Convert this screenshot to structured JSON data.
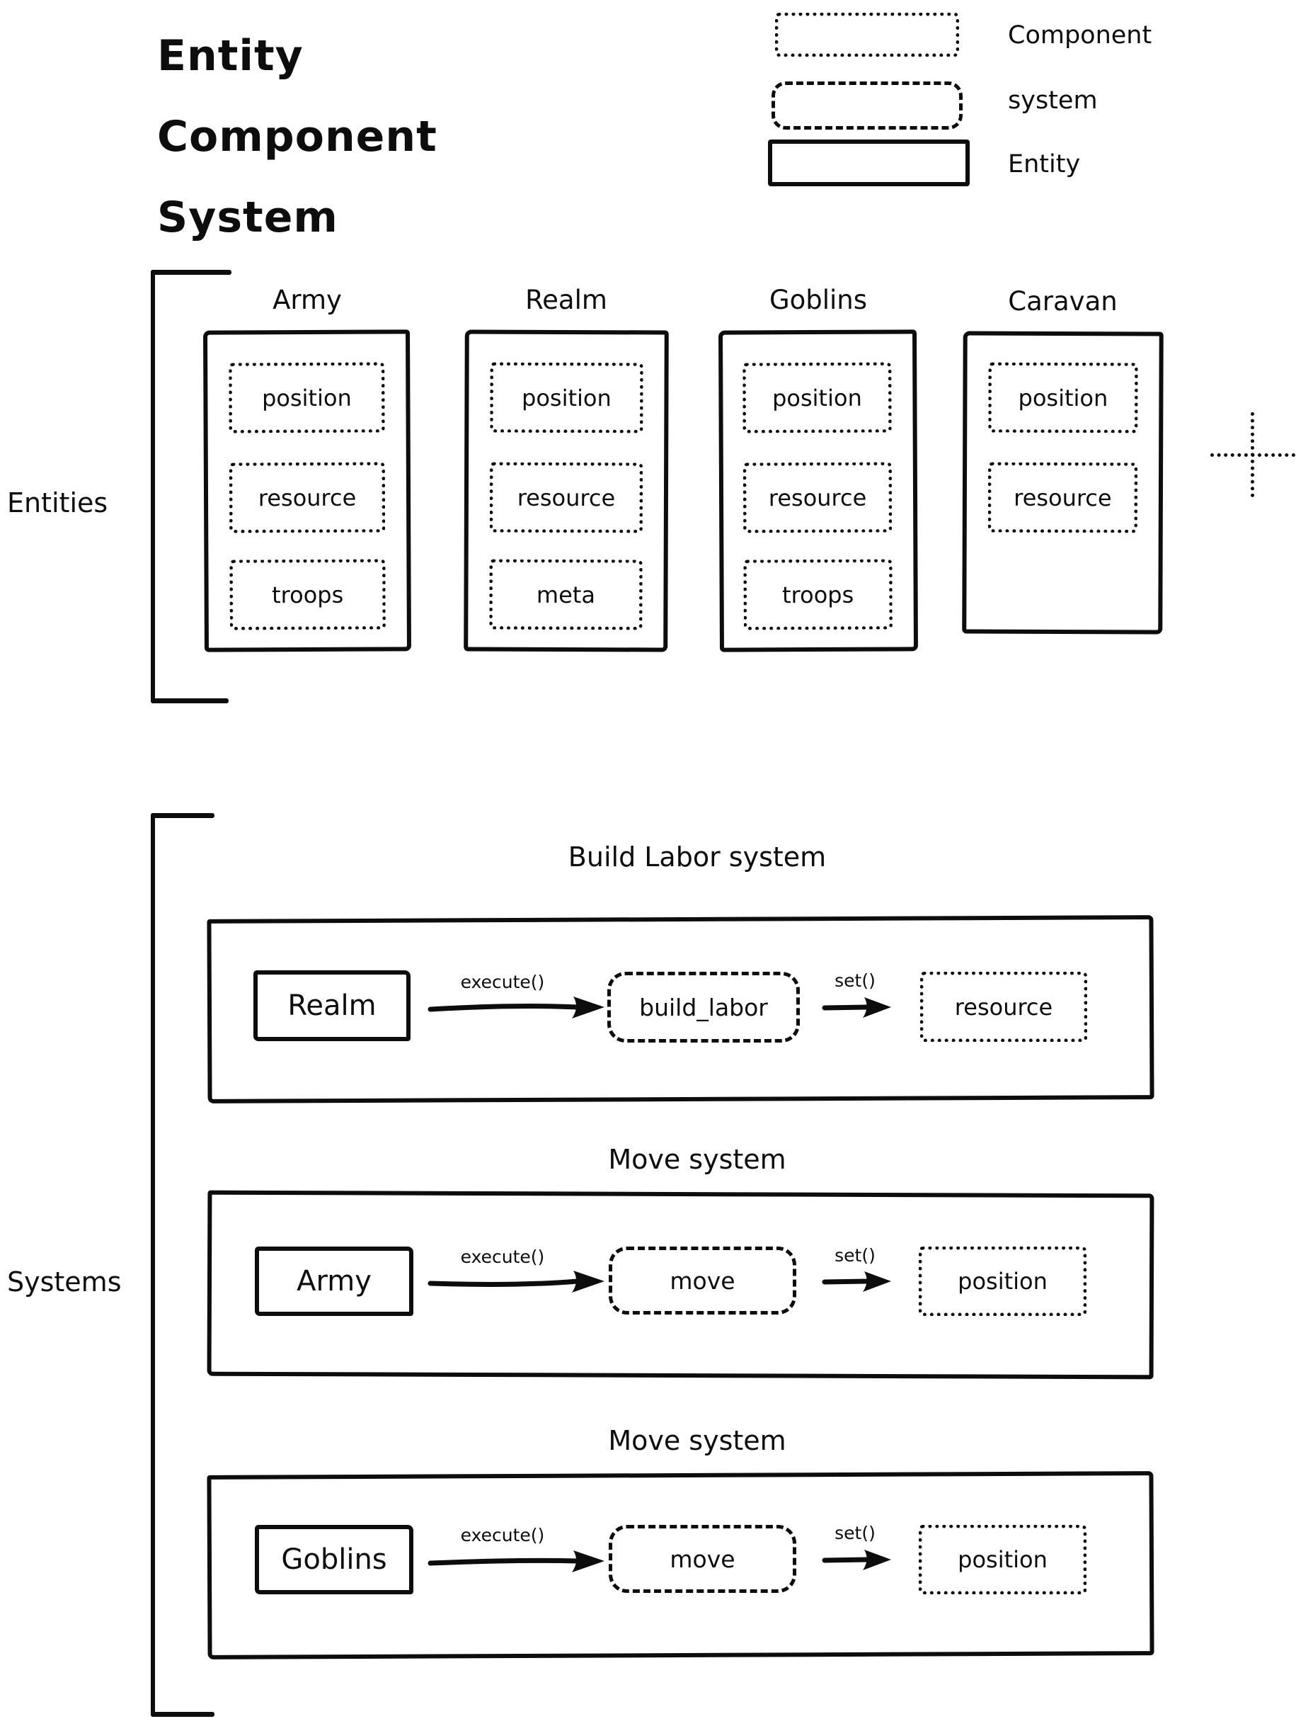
{
  "title": {
    "lines": [
      "Entity",
      "Component",
      "System"
    ]
  },
  "legend": {
    "items": [
      {
        "style": "dotted",
        "label": "Component"
      },
      {
        "style": "dashed",
        "label": "system"
      },
      {
        "style": "solid",
        "label": "Entity"
      }
    ]
  },
  "entities_section": {
    "label": "Entities",
    "cards": [
      {
        "title": "Army",
        "components": [
          "position",
          "resource",
          "troops"
        ]
      },
      {
        "title": "Realm",
        "components": [
          "position",
          "resource",
          "meta"
        ]
      },
      {
        "title": "Goblins",
        "components": [
          "position",
          "resource",
          "troops"
        ]
      },
      {
        "title": "Caravan",
        "components": [
          "position",
          "resource"
        ]
      }
    ],
    "more_indicator": "plus"
  },
  "systems_section": {
    "label": "Systems",
    "rows": [
      {
        "title": "Build Labor system",
        "entity": "Realm",
        "call_label": "execute()",
        "system": "build_labor",
        "set_label": "set()",
        "component": "resource"
      },
      {
        "title": "Move system",
        "entity": "Army",
        "call_label": "execute()",
        "system": "move",
        "set_label": "set()",
        "component": "position"
      },
      {
        "title": "Move system",
        "entity": "Goblins",
        "call_label": "execute()",
        "system": "move",
        "set_label": "set()",
        "component": "position"
      }
    ]
  },
  "colors": {
    "ink": "#0d0d0d",
    "background": "#ffffff"
  }
}
